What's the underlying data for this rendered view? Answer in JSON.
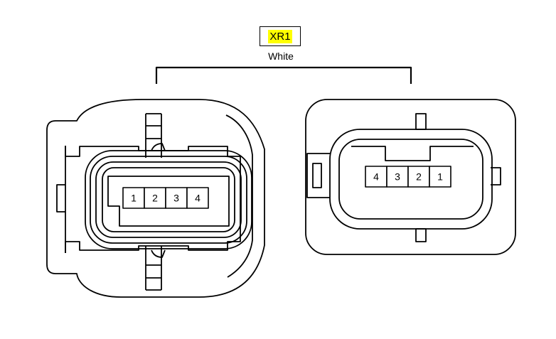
{
  "connector": {
    "code": "XR1",
    "color_name": "White",
    "highlight_color": "#ffff00"
  },
  "harness_side": {
    "pins": [
      "1",
      "2",
      "3",
      "4"
    ]
  },
  "component_side": {
    "pins": [
      "4",
      "3",
      "2",
      "1"
    ]
  }
}
